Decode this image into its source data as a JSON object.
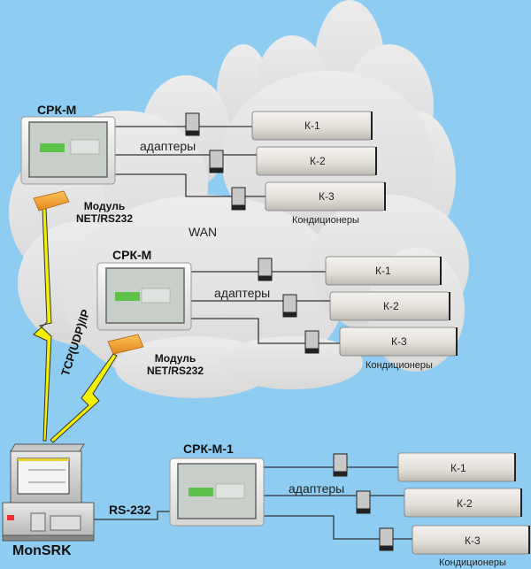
{
  "diagram": {
    "network_label": "WAN",
    "protocol_label": "TCP(UDP)/IP",
    "serial_label": "RS-232",
    "pc": {
      "label": "MonSRK"
    },
    "groups": [
      {
        "controller": "СРК-М",
        "module": {
          "line1": "Модуль",
          "line2": "NET/RS232"
        },
        "adapters_label": "адаптеры",
        "units": [
          "К-1",
          "К-2",
          "К-3"
        ],
        "units_label": "Кондиционеры"
      },
      {
        "controller": "СРК-М",
        "module": {
          "line1": "Модуль",
          "line2": "NET/RS232"
        },
        "adapters_label": "адаптеры",
        "units": [
          "К-1",
          "К-2",
          "К-3"
        ],
        "units_label": "Кондиционеры"
      },
      {
        "controller": "СРК-М-1",
        "adapters_label": "адаптеры",
        "units": [
          "К-1",
          "К-2",
          "К-3"
        ],
        "units_label": "Кондиционеры"
      }
    ],
    "colors": {
      "sky": "#8ecdf1",
      "cloud": "#e2e2e2",
      "lightning": "#f4f000",
      "module": "#f5a030"
    }
  }
}
